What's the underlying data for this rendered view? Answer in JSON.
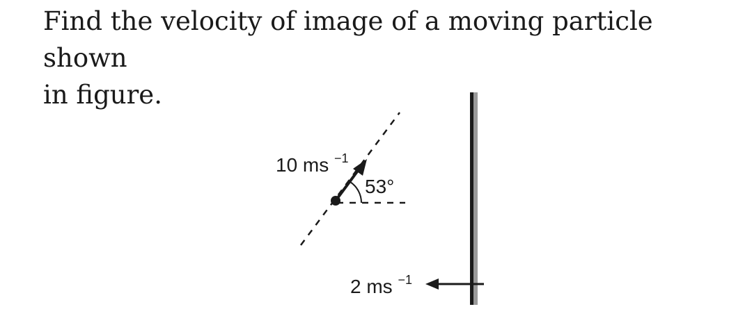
{
  "question": {
    "line1": "Find the velocity of image of a moving particle shown",
    "line2": "in figure."
  },
  "figure": {
    "particle_speed": {
      "value": "10 ms",
      "exponent": "−1"
    },
    "angle_label": "53°",
    "mirror_speed": {
      "value": "2 ms",
      "exponent": "−1"
    }
  }
}
